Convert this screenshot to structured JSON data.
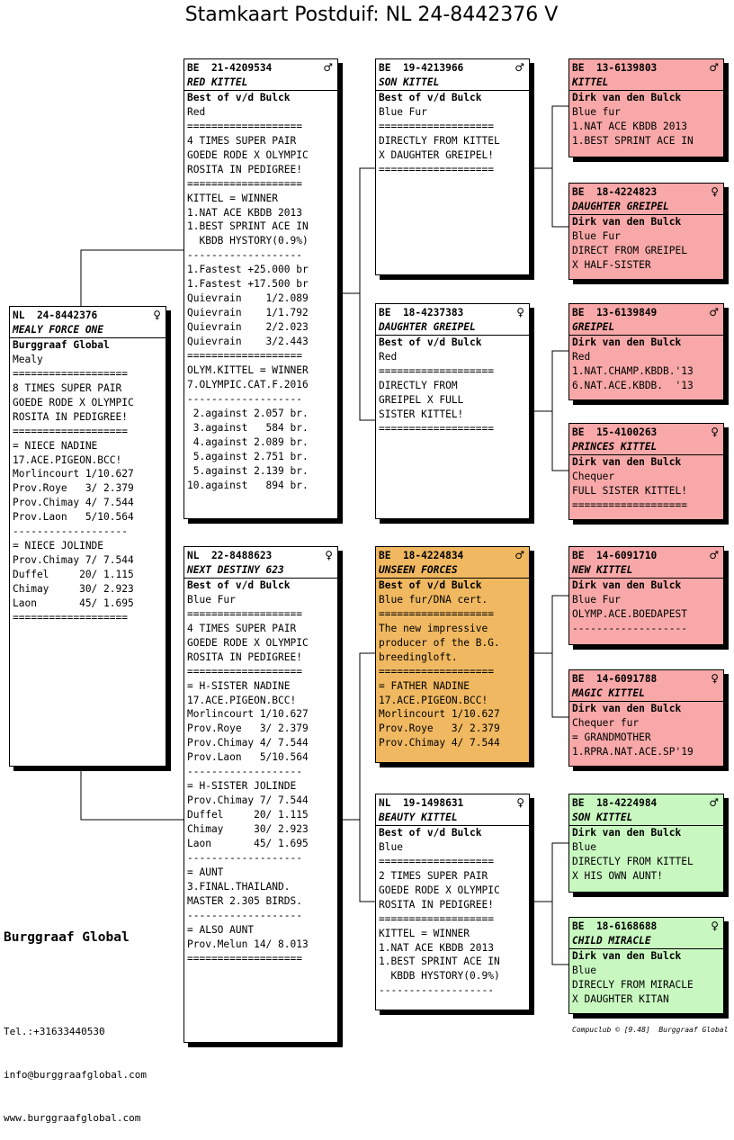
{
  "title": "Stamkaart Postduif: NL  24-8442376 V",
  "brand": "Burggraaf Global",
  "contact": [
    "Tel.:+31633440530",
    "info@burggraafglobal.com",
    "www.burggraafglobal.com"
  ],
  "footer": "Compuclub © [9.48]  Burggraaf Global",
  "cards": [
    {
      "ring": "NL  24-8442376",
      "sex": "♀",
      "name": "MEALY FORCE ONE",
      "owner": "Burggraaf Global",
      "color": "white",
      "lines": [
        "Mealy",
        "===================",
        "8 TIMES SUPER PAIR",
        "GOEDE RODE X OLYMPIC",
        "ROSITA IN PEDIGREE!",
        "===================",
        "= NIECE NADINE",
        "17.ACE.PIGEON.BCC!",
        "Morlincourt 1/10.627",
        "Prov.Roye   3/ 2.379",
        "Prov.Chimay 4/ 7.544",
        "Prov.Laon   5/10.564",
        "-------------------",
        "= NIECE JOLINDE",
        "Prov.Chimay 7/ 7.544",
        "Duffel     20/ 1.115",
        "Chimay     30/ 2.923",
        "Laon       45/ 1.695",
        "==================="
      ]
    },
    {
      "ring": "BE  21-4209534",
      "sex": "♂",
      "name": "RED KITTEL",
      "owner": "Best of v/d Bulck",
      "color": "white",
      "lines": [
        "Red",
        "===================",
        "4 TIMES SUPER PAIR",
        "GOEDE RODE X OLYMPIC",
        "ROSITA IN PEDIGREE!",
        "===================",
        "KITTEL = WINNER",
        "1.NAT ACE KBDB 2013",
        "1.BEST SPRINT ACE IN",
        "  KBDB HYSTORY(0.9%)",
        "-------------------",
        "1.Fastest +25.000 br",
        "1.Fastest +17.500 br",
        "Quievrain    1/2.089",
        "Quievrain    1/1.792",
        "Quievrain    2/2.023",
        "Quievrain    3/2.443",
        "===================",
        "OLYM.KITTEL = WINNER",
        "7.OLYMPIC.CAT.F.2016",
        "-------------------",
        " 2.against 2.057 br.",
        " 3.against   584 br.",
        " 4.against 2.089 br.",
        " 5.against 2.751 br.",
        " 5.against 2.139 br.",
        "10.against   894 br."
      ]
    },
    {
      "ring": "NL  22-8488623",
      "sex": "♀",
      "name": "NEXT DESTINY 623",
      "owner": "Best of v/d Bulck",
      "color": "white",
      "lines": [
        "Blue Fur",
        "===================",
        "4 TIMES SUPER PAIR",
        "GOEDE RODE X OLYMPIC",
        "ROSITA IN PEDIGREE!",
        "===================",
        "= H-SISTER NADINE",
        "17.ACE.PIGEON.BCC!",
        "Morlincourt 1/10.627",
        "Prov.Roye   3/ 2.379",
        "Prov.Chimay 4/ 7.544",
        "Prov.Laon   5/10.564",
        "-------------------",
        "= H-SISTER JOLINDE",
        "Prov.Chimay 7/ 7.544",
        "Duffel     20/ 1.115",
        "Chimay     30/ 2.923",
        "Laon       45/ 1.695",
        "-------------------",
        "= AUNT",
        "3.FINAL.THAILAND.",
        "MASTER 2.305 BIRDS.",
        "-------------------",
        "= ALSO AUNT",
        "Prov.Melun 14/ 8.013",
        "==================="
      ]
    },
    {
      "ring": "BE  19-4213966",
      "sex": "♂",
      "name": "SON KITTEL",
      "owner": "Best of v/d Bulck",
      "color": "white",
      "lines": [
        "Blue Fur",
        "===================",
        "DIRECTLY FROM KITTEL",
        "X DAUGHTER GREIPEL!",
        "==================="
      ]
    },
    {
      "ring": "BE  18-4237383",
      "sex": "♀",
      "name": "DAUGHTER GREIPEL",
      "owner": "Best of v/d Bulck",
      "color": "white",
      "lines": [
        "Red",
        "===================",
        "DIRECTLY FROM",
        "GREIPEL X FULL",
        "SISTER KITTEL!",
        "==================="
      ]
    },
    {
      "ring": "BE  18-4224834",
      "sex": "♂",
      "name": "UNSEEN FORCES",
      "owner": "Best of v/d Bulck",
      "color": "orange",
      "lines": [
        "Blue fur/DNA cert.",
        "===================",
        "The new impressive",
        "producer of the B.G.",
        "breedingloft.",
        "===================",
        "= FATHER NADINE",
        "17.ACE.PIGEON.BCC!",
        "Morlincourt 1/10.627",
        "Prov.Roye   3/ 2.379",
        "Prov.Chimay 4/ 7.544"
      ]
    },
    {
      "ring": "NL  19-1498631",
      "sex": "♀",
      "name": "BEAUTY KITTEL",
      "owner": "Best of v/d Bulck",
      "color": "white",
      "lines": [
        "Blue",
        "===================",
        "2 TIMES SUPER PAIR",
        "GOEDE RODE X OLYMPIC",
        "ROSITA IN PEDIGREE!",
        "===================",
        "KITTEL = WINNER",
        "1.NAT ACE KBDB 2013",
        "1.BEST SPRINT ACE IN",
        "  KBDB HYSTORY(0.9%)",
        "-------------------"
      ]
    },
    {
      "ring": "BE  13-6139803",
      "sex": "♂",
      "name": "KITTEL",
      "owner": "Dirk van den Bulck",
      "color": "red",
      "lines": [
        "Blue fur",
        "1.NAT ACE KBDB 2013",
        "1.BEST SPRINT ACE IN"
      ]
    },
    {
      "ring": "BE  18-4224823",
      "sex": "♀",
      "name": "DAUGHTER GREIPEL",
      "owner": "Dirk van den Bulck",
      "color": "red",
      "lines": [
        "Blue Fur",
        "DIRECT FROM GREIPEL",
        "X HALF-SISTER"
      ]
    },
    {
      "ring": "BE  13-6139849",
      "sex": "♂",
      "name": "GREIPEL",
      "owner": "Dirk van den Bulck",
      "color": "red",
      "lines": [
        "Red",
        "1.NAT.CHAMP.KBDB.'13",
        "6.NAT.ACE.KBDB.  '13"
      ]
    },
    {
      "ring": "BE  15-4100263",
      "sex": "♀",
      "name": "PRINCES KITTEL",
      "owner": "Dirk van den Bulck",
      "color": "red",
      "lines": [
        "Chequer",
        "FULL SISTER KITTEL!",
        "==================="
      ]
    },
    {
      "ring": "BE  14-6091710",
      "sex": "♂",
      "name": "NEW KITTEL",
      "owner": "Dirk van den Bulck",
      "color": "red",
      "lines": [
        "Blue Fur",
        "OLYMP.ACE.BOEDAPEST",
        "-------------------"
      ]
    },
    {
      "ring": "BE  14-6091788",
      "sex": "♀",
      "name": "MAGIC KITTEL",
      "owner": "Dirk van den Bulck",
      "color": "red",
      "lines": [
        "Chequer fur",
        "= GRANDMOTHER",
        "1.RPRA.NAT.ACE.SP'19"
      ]
    },
    {
      "ring": "BE  18-4224984",
      "sex": "♂",
      "name": "SON KITTEL",
      "owner": "Dirk van den Bulck",
      "color": "green",
      "lines": [
        "Blue",
        "DIRECTLY FROM KITTEL",
        "X HIS OWN AUNT!"
      ]
    },
    {
      "ring": "BE  18-6168688",
      "sex": "♀",
      "name": "CHILD MIRACLE",
      "owner": "Dirk van den Bulck",
      "color": "green",
      "lines": [
        "Blue",
        "DIRECLY FROM MIRACLE",
        "X DAUGHTER KITAN"
      ]
    }
  ]
}
